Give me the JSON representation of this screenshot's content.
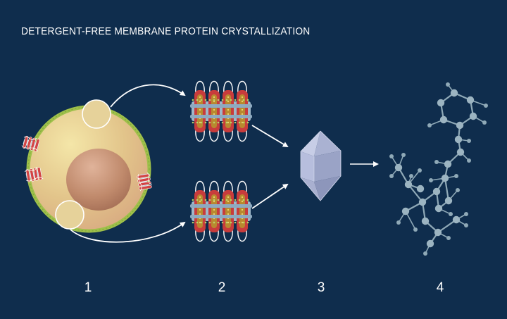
{
  "title": "DETERGENT-FREE MEMBRANE PROTEIN CRYSTALLIZATION",
  "steps": [
    "1",
    "2",
    "3",
    "4"
  ],
  "colors": {
    "background": "#0f2d4d",
    "cell": "#e8cf8c",
    "membrane": "#9ec04a",
    "nucleus": "#b87a5e",
    "protein_red": "#c83c3c",
    "lipid_band": "#9fb7c8",
    "crystal": "#aeb6d4",
    "molecule": "#8fa9b7",
    "arrow": "#ffffff"
  },
  "icons": [
    "cell-icon",
    "membrane-protein-icon",
    "protein-assembly-icon",
    "crystal-icon",
    "molecular-structure-icon",
    "arrow-icon"
  ]
}
